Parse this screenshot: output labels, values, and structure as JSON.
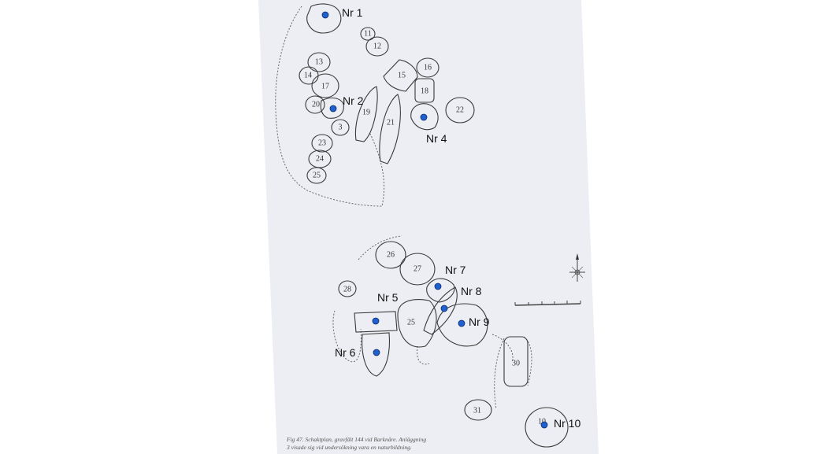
{
  "features": [
    {
      "label": "11"
    },
    {
      "label": "12"
    },
    {
      "label": "13"
    },
    {
      "label": "14"
    },
    {
      "label": "15"
    },
    {
      "label": "16"
    },
    {
      "label": "17"
    },
    {
      "label": "18"
    },
    {
      "label": "19"
    },
    {
      "label": "20"
    },
    {
      "label": "21"
    },
    {
      "label": "22"
    },
    {
      "label": "3"
    },
    {
      "label": "23"
    },
    {
      "label": "24"
    },
    {
      "label": "25"
    },
    {
      "label": "26"
    },
    {
      "label": "27"
    },
    {
      "label": "28"
    },
    {
      "label": "25"
    },
    {
      "label": "30"
    },
    {
      "label": "31"
    },
    {
      "label": "10"
    }
  ],
  "markers": [
    {
      "label": "Nr 1"
    },
    {
      "label": "Nr 2"
    },
    {
      "label": "Nr 4"
    },
    {
      "label": "Nr 7"
    },
    {
      "label": "Nr 8"
    },
    {
      "label": "Nr 5"
    },
    {
      "label": "Nr 9"
    },
    {
      "label": "Nr 6"
    },
    {
      "label": "Nr 10"
    }
  ],
  "caption": {
    "line1": "Fig 47. Schaktplan, gravfält 144 vid Barknåre. Anläggning",
    "line2": "3 visade sig vid undersökning vara en naturbildning."
  },
  "colors": {
    "marker": "#1f5fd0",
    "paper": "#eceef3",
    "ink": "#3a3a3a"
  }
}
